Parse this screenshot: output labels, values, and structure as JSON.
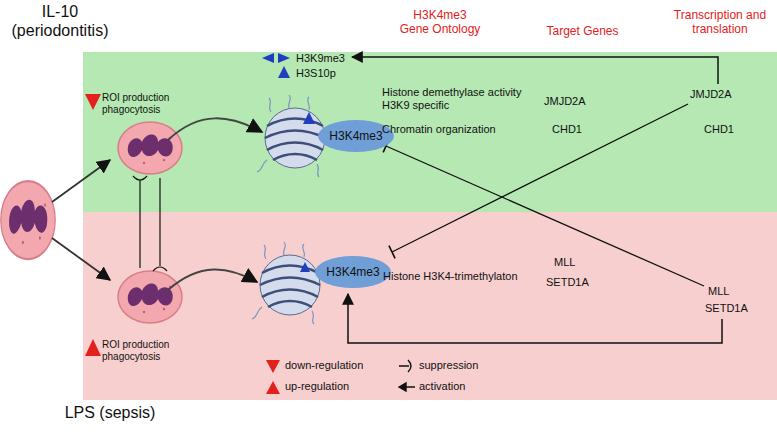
{
  "diagram": {
    "nodes": [
      {
        "text": [
          "IL-10 (periodontitis)"
        ]
      },
      {
        "text": [
          "H3K4me3"
        ],
        "in": 0
      },
      {
        "text": [
          "LPS (sepsis)"
        ]
      },
      {
        "text": [
          "H3K4me3"
        ],
        "in": 2
      }
    ],
    "labels": [
      "H3K4me3 Gene Ontology",
      "Target Genes",
      "Transcription and translation",
      "ROI production phagocytosis",
      "H3K9me3",
      "H3S10p",
      "Histone demethylase activity H3K9 specific",
      "Chromatin organization",
      "JMJD2A",
      "CHD1",
      "JMJD2A",
      "CHD1",
      "ROI production phagocytosis",
      "Histone H3K4-trimethylaton",
      "MLL",
      "SETD1A",
      "MLL",
      "SETD1A"
    ],
    "legend": [
      {
        "text": "down-regulation"
      },
      {
        "text": "up-regulation"
      },
      {
        "text": "suppression"
      },
      {
        "text": "activation"
      }
    ]
  }
}
